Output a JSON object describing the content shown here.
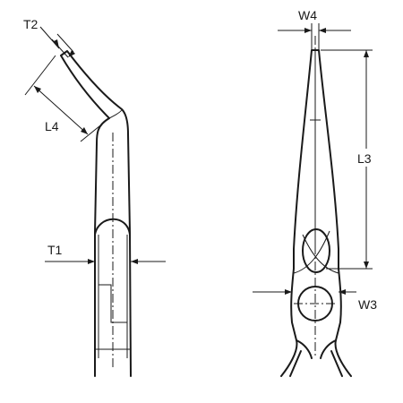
{
  "labels": {
    "t2": "T2",
    "l4": "L4",
    "t1": "T1",
    "w4": "W4",
    "l3": "L3",
    "w3": "W3"
  },
  "colors": {
    "stroke": "#1a1a1a",
    "background": "#ffffff"
  }
}
